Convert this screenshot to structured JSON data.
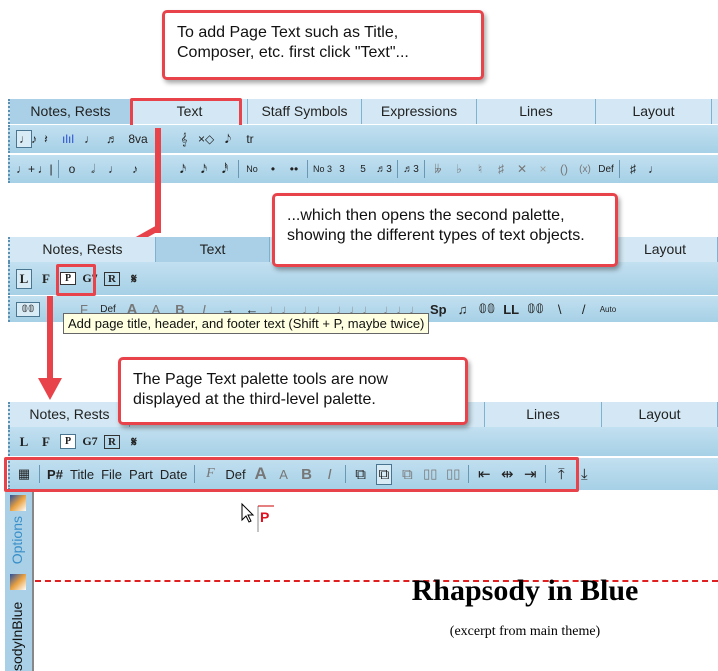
{
  "callouts": [
    "To add Page Text such as Title, Composer, etc. first click \"Text\"...",
    "...which then opens the second palette, showing the different types of text objects.",
    "The Page Text palette tools are now displayed at the third-level palette."
  ],
  "tabs": [
    "Notes, Rests",
    "Text",
    "Staff Symbols",
    "Expressions",
    "Lines",
    "Layout"
  ],
  "panel1": {
    "row2": [
      "♩♪",
      "𝄽",
      "ılıl",
      "♩",
      "♬",
      "8va",
      "𝄞",
      "×◇",
      "𝅘𝅥𝅮",
      "tr"
    ],
    "row3": [
      "♩+",
      "♩|",
      "o",
      "𝅗𝅥",
      "♩",
      "♪",
      "𝅘𝅥𝅯",
      "𝅘𝅥𝅯",
      "𝅘𝅥𝅰",
      "No",
      "•",
      "••",
      "No 3",
      "3",
      "5",
      "♬3",
      "♬3",
      "𝄫",
      "♭",
      "♮",
      "♯",
      "✕",
      "×",
      "()",
      "(x)",
      "Def",
      "♯",
      "♩"
    ]
  },
  "panel2": {
    "row2": [
      "L",
      "F",
      "P",
      "G7",
      "R",
      "𝄋"
    ],
    "row3": [
      "𝟘𝟘",
      "F",
      "Def",
      "A",
      "A",
      "B",
      "I",
      "→",
      "←",
      "♩♩",
      "♩♩",
      "♩♩♩",
      "♩♩♩",
      "Sp",
      "♫",
      "𝟘𝟘",
      "LL",
      "𝟘𝟘",
      "\\",
      "/",
      "Auto"
    ],
    "tooltip": "Add page title, header, and footer text (Shift + P, maybe twice)"
  },
  "panel3": {
    "row2": [
      "L",
      "F",
      "P",
      "G7",
      "R",
      "𝄋"
    ],
    "row3": [
      "▦",
      "P#",
      "Title",
      "File",
      "Part",
      "Date",
      "F",
      "Def",
      "A",
      "A",
      "B",
      "I",
      "⧉",
      "⧉",
      "⧉",
      "▯▯",
      "▯▯",
      "⇤",
      "⇹",
      "⇥",
      "⤒",
      "⤓"
    ]
  },
  "sidebar": {
    "options": "Options",
    "doc": "sodyInBlue"
  },
  "document": {
    "cursor_glyph": "P",
    "title": "Rhapsody in Blue",
    "subtitle": "(excerpt from main theme)"
  },
  "colors": {
    "accent": "#e8434a",
    "palette": "#a9d0e6"
  }
}
